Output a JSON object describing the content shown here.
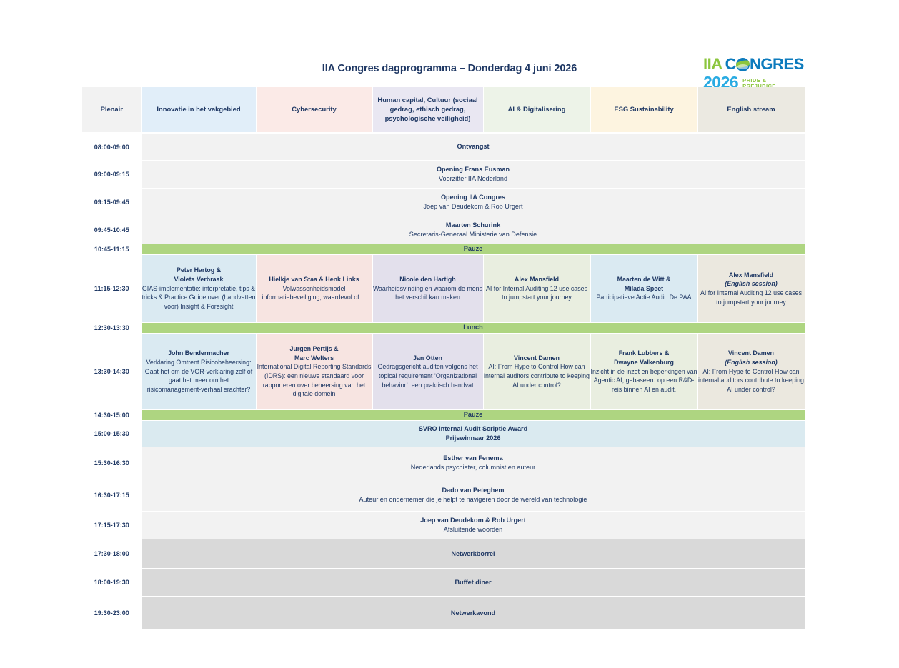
{
  "document": {
    "title": "IIA Congres dagprogramma – Donderdag 4 juni 2026"
  },
  "logo": {
    "iia": "IIA",
    "con": "C",
    "globe_icon": "globe-icon",
    "ngres": "NGRES",
    "year": "2026",
    "tagline_line1": "PRIDE &",
    "tagline_line2": "PREJUDICE",
    "colors": {
      "green": "#8cc63e",
      "blue": "#0d7bbd",
      "light_blue": "#29abe2"
    }
  },
  "columns": [
    {
      "key": "plenair",
      "label": "Plenair",
      "color": "#f2f2f2"
    },
    {
      "key": "innovatie",
      "label": "Innovatie in het vakgebied",
      "color": "#e1eef9"
    },
    {
      "key": "cybersecurity",
      "label": "Cybersecurity",
      "color": "#fbeae7"
    },
    {
      "key": "human_capital",
      "label": "Human capital, Cultuur (sociaal gedrag, ethisch gedrag, psychologische veiligheid)",
      "color": "#e9e7f2"
    },
    {
      "key": "ai",
      "label": "AI & Digitalisering",
      "color": "#edf3e8"
    },
    {
      "key": "esg",
      "label": "ESG Sustainability",
      "color": "#fdf4e0"
    },
    {
      "key": "english",
      "label": "English stream",
      "color": "#ebe9e1"
    }
  ],
  "rows": {
    "r1": {
      "time": "08:00-09:00",
      "name": "Ontvangst"
    },
    "r2": {
      "time": "09:00-09:15",
      "name": "Opening Frans Eusman",
      "desc": "Voorzitter IIA Nederland"
    },
    "r3": {
      "time": "09:15-09:45",
      "name": "Opening IIA Congres",
      "desc": "Joep van Deudekom & Rob Urgert"
    },
    "r4": {
      "time": "09:45-10:45",
      "name": "Maarten Schurink",
      "desc": "Secretaris-Generaal Ministerie van Defensie"
    },
    "r5": {
      "time": "10:45-11:15",
      "name": "Pauze"
    },
    "r6": {
      "time": "11:15-12:30",
      "innovatie": {
        "name_line1": "Peter Hartog &",
        "name_line2": "Violeta Verbraak",
        "desc": "GIAS-implementatie: interpretatie, tips & tricks & Practice Guide over (handvatten voor) Insight & Foresight"
      },
      "cybersecurity": {
        "name_line1": "Hielkje van Staa & Henk Links",
        "name_line2": "",
        "desc": "Volwassenheidsmodel informatiebeveiliging, waardevol of ..."
      },
      "human_capital": {
        "name_line1": "Nicole den Hartigh",
        "name_line2": "",
        "desc": "Waarheidsvinding en waarom de mens het verschil kan maken"
      },
      "ai": {
        "name_line1": "Alex Mansfield",
        "name_line2": "",
        "desc": "AI for Internal Auditing 12 use cases to jumpstart your journey"
      },
      "esg": {
        "name_line1": "Maarten de Witt &",
        "name_line2": "Milada Speet",
        "desc": "Participatieve Actie Audit. De PAA"
      },
      "english": {
        "name_line1": "Alex Mansfield",
        "note": "(English session)",
        "desc": "AI for Internal Auditing 12 use cases to jumpstart your journey"
      }
    },
    "r7": {
      "time": "12:30-13:30",
      "name": "Lunch"
    },
    "r8": {
      "time": "13:30-14:30",
      "innovatie": {
        "name_line1": "John Bendermacher",
        "name_line2": "",
        "desc": "Verklaring Omtrent Risicobeheersing: Gaat het om de VOR-verklaring zelf of gaat het meer om het risicomanagement-verhaal erachter?"
      },
      "cybersecurity": {
        "name_line1": "Jurgen Pertijs &",
        "name_line2": "Marc Welters",
        "desc": "International Digital Reporting Standards (IDRS): een nieuwe standaard voor rapporteren over beheersing van het digitale domein"
      },
      "human_capital": {
        "name_line1": "Jan Otten",
        "name_line2": "",
        "desc": "Gedragsgericht auditen volgens het topical requirement ‘Organizational behavior’: een praktisch handvat"
      },
      "ai": {
        "name_line1": "Vincent Damen",
        "name_line2": "",
        "desc": "AI: From Hype to Control How can internal auditors contribute to keeping AI under control?"
      },
      "esg": {
        "name_line1": "Frank Lubbers &",
        "name_line2": "Dwayne Valkenburg",
        "desc": "Inzicht in de inzet en beperkingen van Agentic AI, gebaseerd op een R&D-reis binnen AI en audit."
      },
      "english": {
        "name_line1": "Vincent Damen",
        "note": "(English session)",
        "desc": "AI: From Hype to Control How can internal auditors contribute to keeping AI under control?"
      }
    },
    "r9": {
      "time": "14:30-15:00",
      "name": "Pauze"
    },
    "r10": {
      "time": "15:00-15:30",
      "name": "SVRO Internal Audit Scriptie Award",
      "desc": "Prijswinnaar 2026"
    },
    "r11": {
      "time": "15:30-16:30",
      "name": "Esther van Fenema",
      "desc": "Nederlands psychiater, columnist en auteur"
    },
    "r12": {
      "time": "16:30-17:15",
      "name": "Dado van Peteghem",
      "desc": "Auteur en ondernemer die je helpt te navigeren door de wereld van technologie"
    },
    "r13": {
      "time": "17:15-17:30",
      "name": "Joep van Deudekom & Rob Urgert",
      "desc": "Afsluitende woorden"
    },
    "r14": {
      "time": "17:30-18:00",
      "name": "Netwerkborrel"
    },
    "r15": {
      "time": "18:00-19:30",
      "name": "Buffet diner"
    },
    "r16": {
      "time": "19:30-23:00",
      "name": "Netwerkavond"
    }
  }
}
